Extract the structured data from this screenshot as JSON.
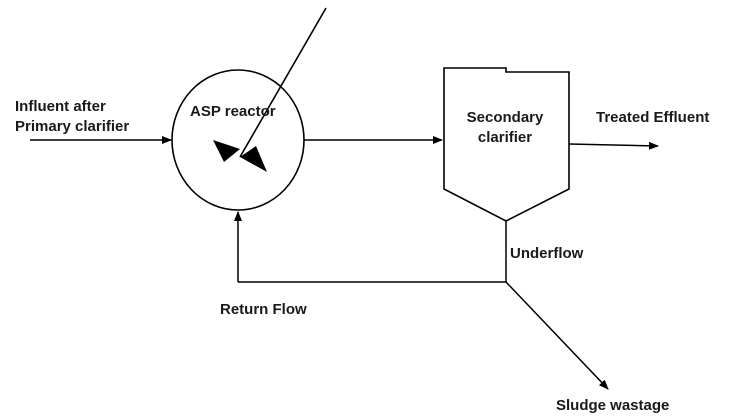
{
  "labels": {
    "influent_line1": "Influent after",
    "influent_line2": "Primary clarifier",
    "reactor": "ASP reactor",
    "clarifier_line1": "Secondary",
    "clarifier_line2": "clarifier",
    "treated_effluent": "Treated Effluent",
    "underflow": "Underflow",
    "return_flow": "Return Flow",
    "sludge_wastage": "Sludge wastage"
  },
  "colors": {
    "stroke": "#000000",
    "text": "#1a1a1a",
    "background": "#ffffff"
  }
}
